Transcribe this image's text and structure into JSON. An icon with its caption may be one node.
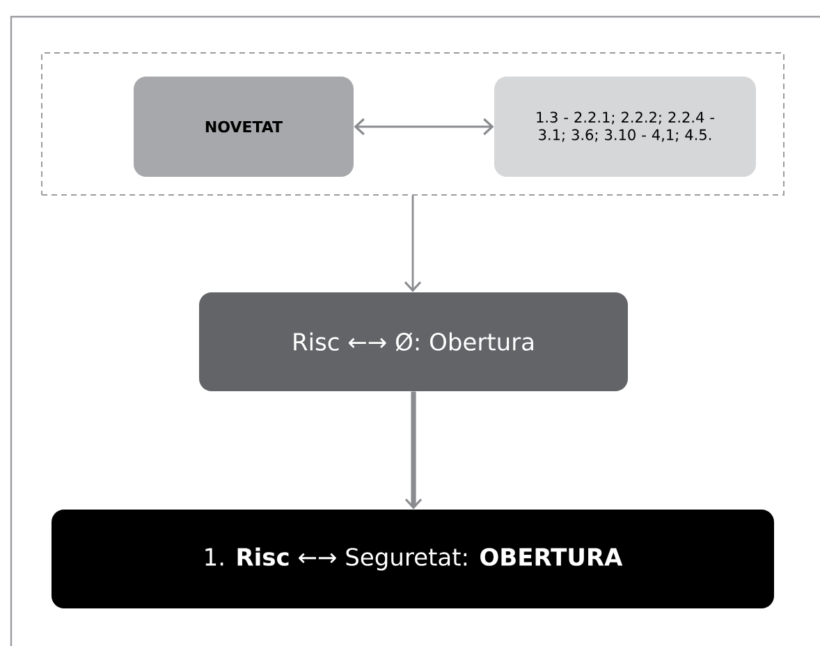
{
  "diagram": {
    "nodes": [
      {
        "text": [],
        "shape": "box"
      },
      {
        "text": [
          "NOVETAT"
        ],
        "in": 0
      },
      {
        "text": [
          "1.3 - 2.2.1; 2.2.2; 2.2.4 - 3.1; 3.6; 3.10 - 4,1; 4.5."
        ],
        "in": 0
      },
      {
        "text": [
          "Risc ←→ Ø: Obertura"
        ]
      },
      {
        "text": [
          "1. **Risc** ←→ Seguretat: **OBERTURA**"
        ]
      }
    ],
    "edges": [
      {
        "from": 1,
        "to": 2,
        "arrow": "both"
      },
      {
        "from": 0,
        "to": 3,
        "arrow": "to"
      },
      {
        "from": 3,
        "to": 4,
        "arrow": "to",
        "style": "thick"
      }
    ]
  }
}
